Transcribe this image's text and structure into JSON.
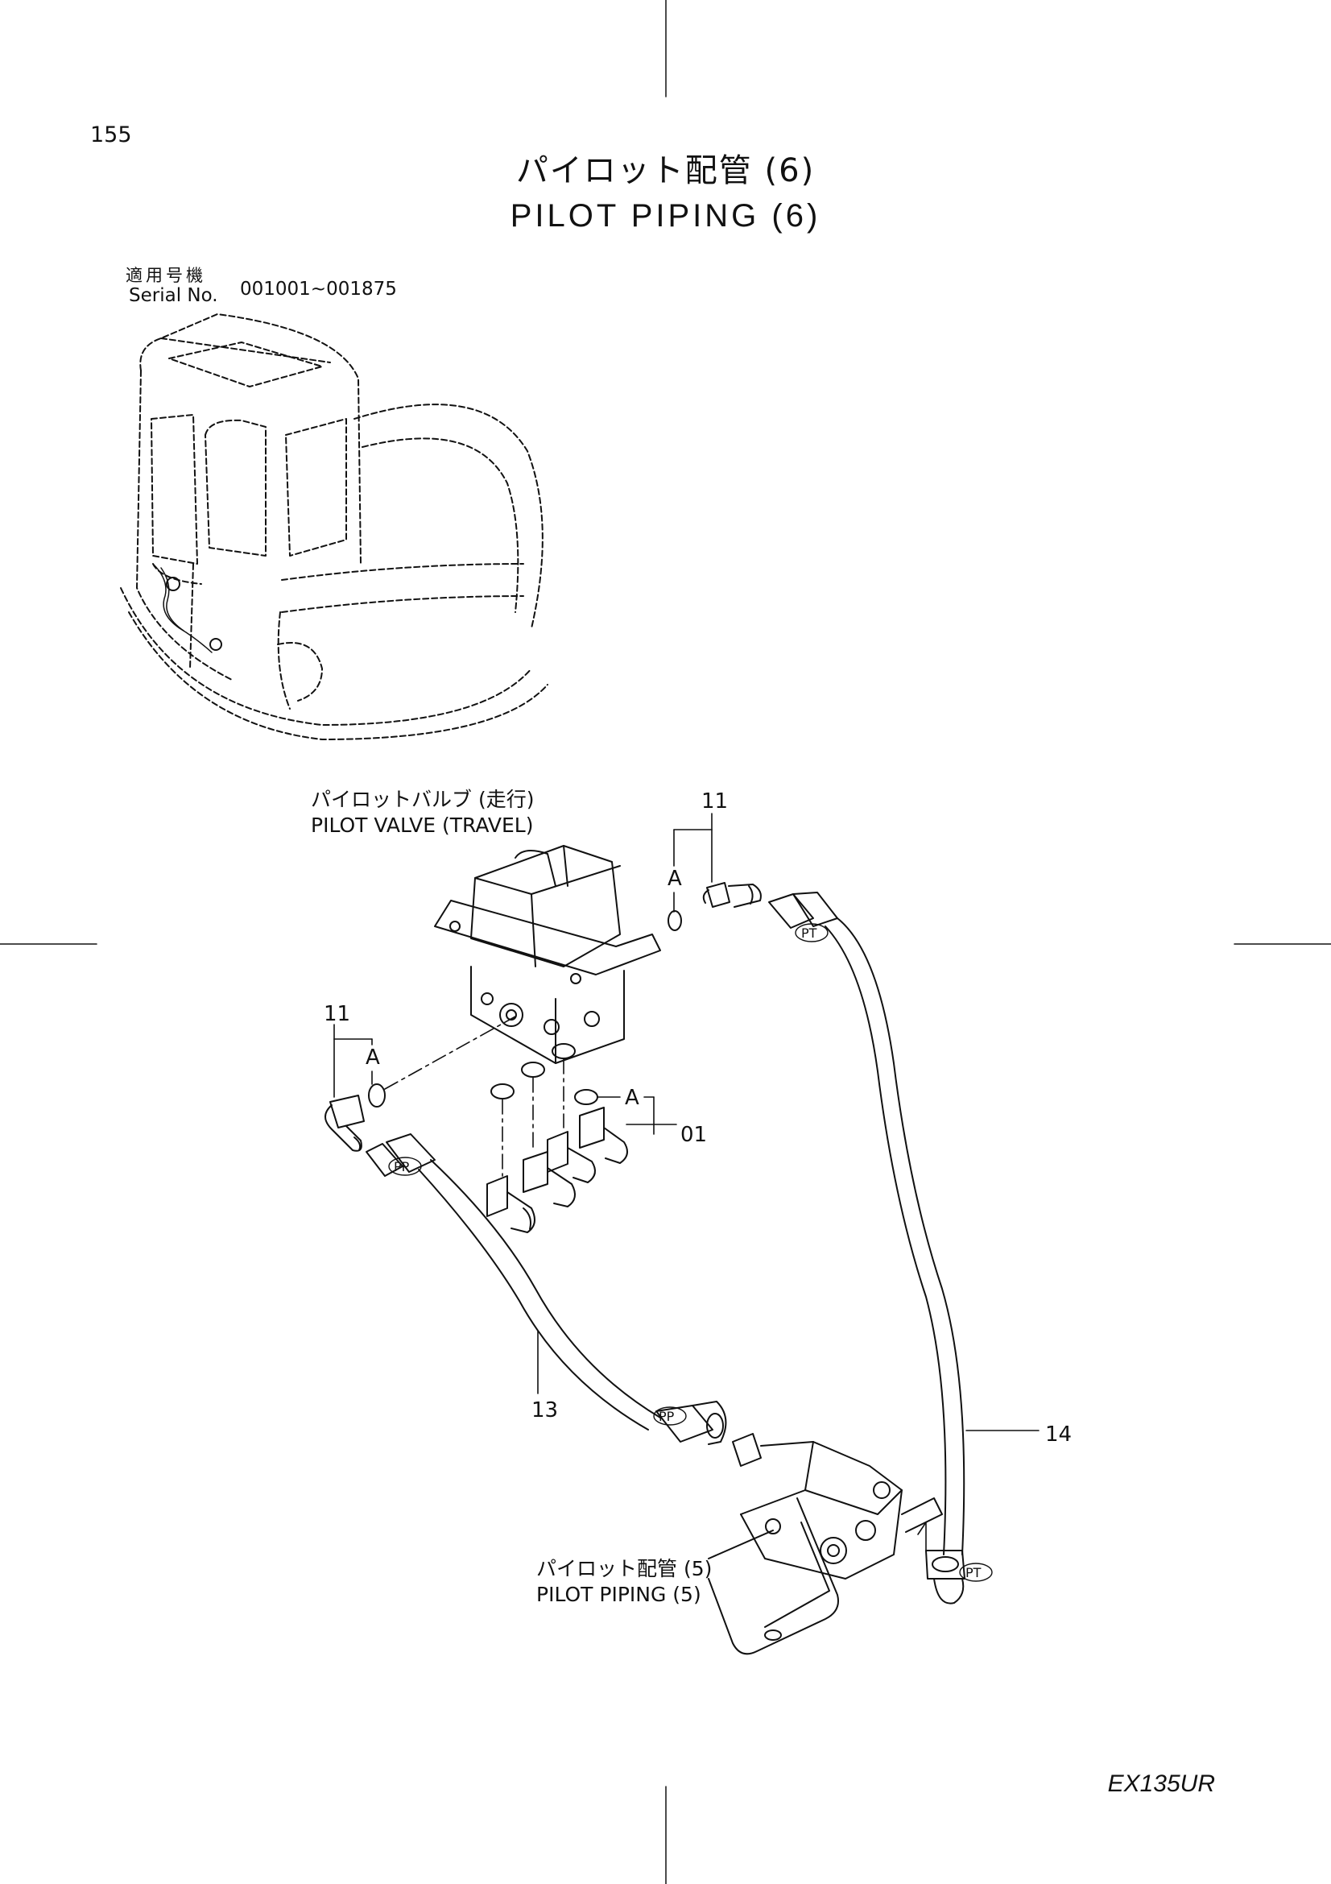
{
  "page_number": "155",
  "title": {
    "japanese": "パイロット配管 (6)",
    "english": "PILOT PIPING (6)"
  },
  "serial": {
    "label_ja": "適用号機",
    "label_en": "Serial No.",
    "range": "001001~001875"
  },
  "labels": {
    "pilot_valve_ja": "パイロットバルブ (走行)",
    "pilot_valve_en": "PILOT VALVE (TRAVEL)",
    "pilot_piping5_ja": "パイロット配管 (5)",
    "pilot_piping5_en": "PILOT PIPING (5)"
  },
  "callouts": {
    "elbow_top": "11",
    "elbow_left": "11",
    "fittings": "01",
    "hose_pp": "13",
    "hose_pt": "14",
    "a_top": "A",
    "a_left": "A",
    "a_fittings": "A"
  },
  "ports": {
    "pt_top": "PT",
    "pp_left": "PP",
    "pp_bottom": "PP",
    "pt_bottom": "PT"
  },
  "model": "EX135UR",
  "colors": {
    "ink": "#111111",
    "paper": "#ffffff"
  }
}
